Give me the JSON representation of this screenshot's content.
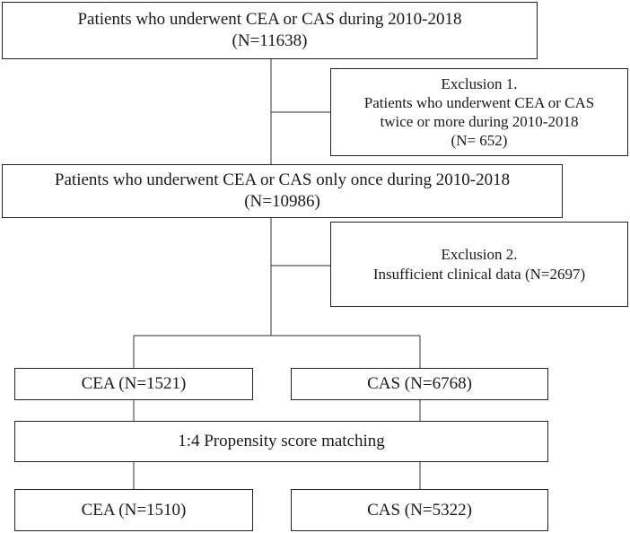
{
  "flowchart": {
    "start": {
      "line1": "Patients who underwent CEA or CAS during 2010-2018",
      "line2": "(N=11638)"
    },
    "exclusion1": {
      "line1": "Exclusion 1.",
      "line2": "Patients who underwent CEA or CAS",
      "line3": "twice or more during 2010-2018",
      "line4": "(N= 652)"
    },
    "once": {
      "line1": "Patients who underwent CEA or CAS only once during 2010-2018",
      "line2": "(N=10986)"
    },
    "exclusion2": {
      "line1": "Exclusion 2.",
      "line2": "Insufficient clinical data (N=2697)"
    },
    "cea_before": {
      "label": "CEA (N=1521)"
    },
    "cas_before": {
      "label": "CAS (N=6768)"
    },
    "matching": {
      "label": "1:4 Propensity score matching"
    },
    "cea_after": {
      "label": "CEA (N=1510)"
    },
    "cas_after": {
      "label": "CAS (N=5322)"
    }
  }
}
